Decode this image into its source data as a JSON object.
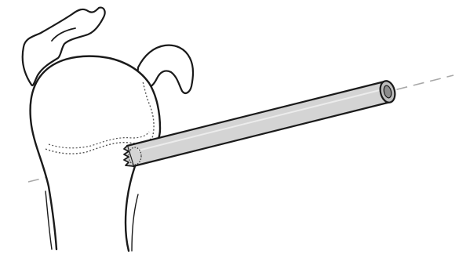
{
  "figure": {
    "kind": "medical-illustration",
    "subject": "humeral-head-with-tubular-instrument",
    "colors": {
      "background": "#ffffff",
      "outline": "#1a1a1a",
      "bone_fill": "#ffffff",
      "tube_fill": "#d4d4d4",
      "tube_inner": "#8c8c8c",
      "axis_line": "#a8a8a8",
      "dotted_line": "#555555"
    },
    "icons": [
      "scapula-acromion",
      "coracoid-process",
      "humeral-head",
      "humeral-shaft",
      "cannulated-tube",
      "core-cut-end",
      "guide-axis"
    ]
  }
}
